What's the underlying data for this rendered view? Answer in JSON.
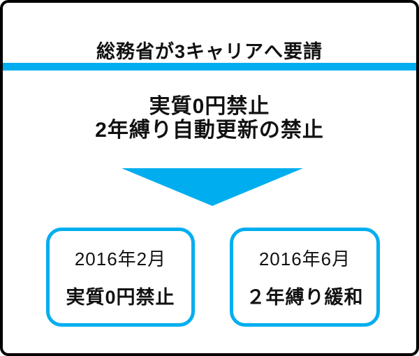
{
  "colors": {
    "accent": "#00AEEF",
    "ink": "#111111",
    "panel_border": "#000000",
    "background": "#FFFFFF"
  },
  "header": {
    "title": "総務省が3キャリアへ要請"
  },
  "heading": {
    "line1": "実質0円禁止",
    "line2": "2年縛り自動更新の禁止"
  },
  "arrow": {
    "icon": "down-arrow-icon"
  },
  "boxes": [
    {
      "date": "2016年2月",
      "label": "実質0円禁止"
    },
    {
      "date": "2016年6月",
      "label": "２年縛り緩和"
    }
  ]
}
